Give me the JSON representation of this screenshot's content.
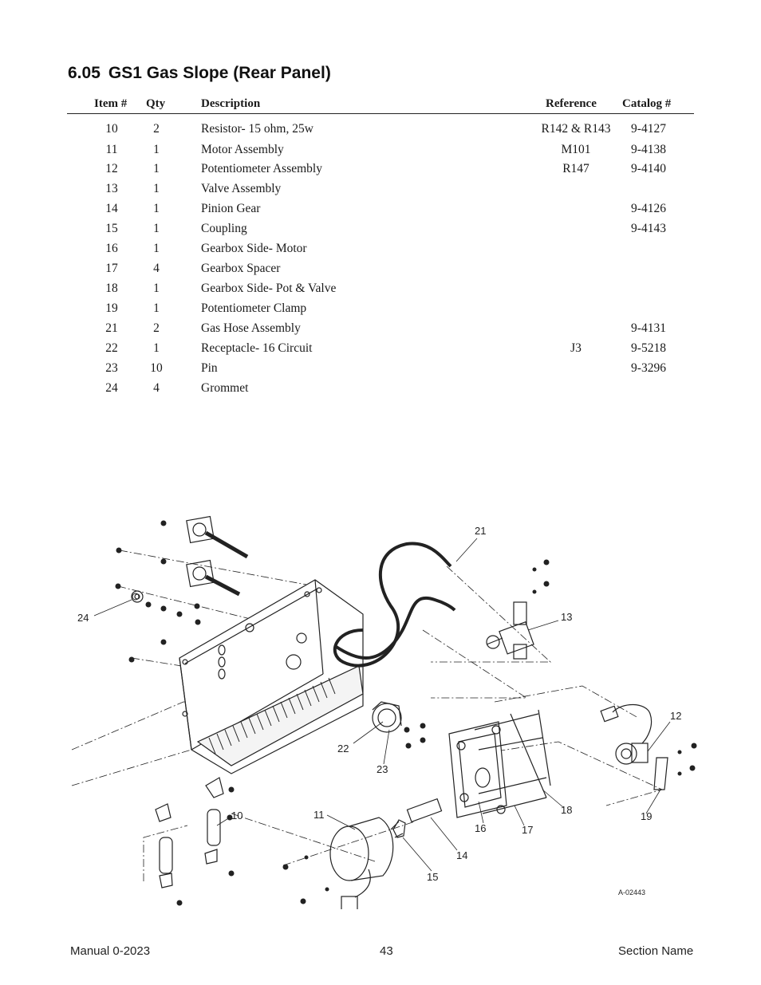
{
  "section": {
    "number": "6.05",
    "title": "GS1 Gas Slope (Rear Panel)"
  },
  "table": {
    "headers": {
      "item": "Item #",
      "qty": "Qty",
      "description": "Description",
      "reference": "Reference",
      "catalog": "Catalog #"
    },
    "rows": [
      {
        "item": "10",
        "qty": "2",
        "description": "Resistor- 15 ohm, 25w",
        "reference": "R142 & R143",
        "catalog": "9-4127"
      },
      {
        "item": "11",
        "qty": "1",
        "description": "Motor Assembly",
        "reference": "M101",
        "catalog": "9-4138"
      },
      {
        "item": "12",
        "qty": "1",
        "description": "Potentiometer Assembly",
        "reference": "R147",
        "catalog": "9-4140"
      },
      {
        "item": "13",
        "qty": "1",
        "description": "Valve Assembly",
        "reference": "",
        "catalog": ""
      },
      {
        "item": "14",
        "qty": "1",
        "description": "Pinion Gear",
        "reference": "",
        "catalog": "9-4126"
      },
      {
        "item": "15",
        "qty": "1",
        "description": "Coupling",
        "reference": "",
        "catalog": "9-4143"
      },
      {
        "item": "16",
        "qty": "1",
        "description": "Gearbox Side- Motor",
        "reference": "",
        "catalog": ""
      },
      {
        "item": "17",
        "qty": "4",
        "description": "Gearbox Spacer",
        "reference": "",
        "catalog": ""
      },
      {
        "item": "18",
        "qty": "1",
        "description": "Gearbox Side- Pot & Valve",
        "reference": "",
        "catalog": ""
      },
      {
        "item": "19",
        "qty": "1",
        "description": "Potentiometer Clamp",
        "reference": "",
        "catalog": ""
      },
      {
        "item": "21",
        "qty": "2",
        "description": "Gas Hose Assembly",
        "reference": "",
        "catalog": "9-4131"
      },
      {
        "item": "22",
        "qty": "1",
        "description": "Receptacle- 16 Circuit",
        "reference": "J3",
        "catalog": "9-5218"
      },
      {
        "item": "23",
        "qty": "10",
        "description": "Pin",
        "reference": "",
        "catalog": "9-3296"
      },
      {
        "item": "24",
        "qty": "4",
        "description": "Grommet",
        "reference": "",
        "catalog": ""
      }
    ]
  },
  "diagram": {
    "callouts": [
      "21",
      "24",
      "13",
      "12",
      "22",
      "23",
      "10",
      "11",
      "18",
      "19",
      "16",
      "17",
      "14",
      "15"
    ],
    "doc_id": "A-02443"
  },
  "footer": {
    "left": "Manual 0-2023",
    "page": "43",
    "right": "Section Name"
  }
}
